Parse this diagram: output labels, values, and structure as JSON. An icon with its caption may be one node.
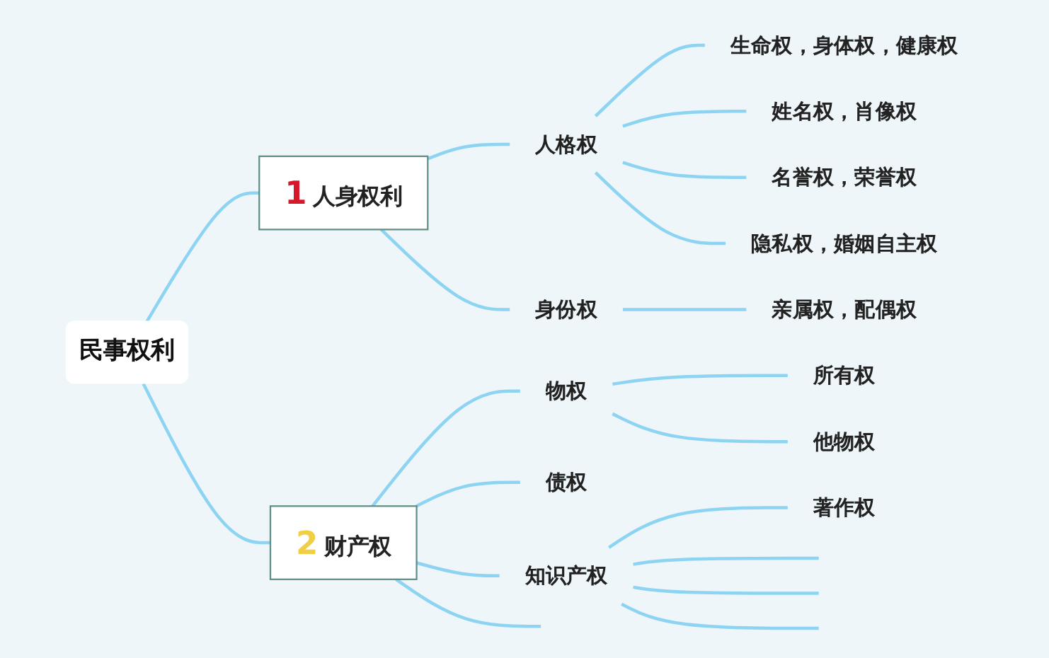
{
  "diagram": {
    "nodes": [
      {
        "text": [
          "民事权利"
        ]
      },
      {
        "text": [
          "1",
          "人身权利"
        ]
      },
      {
        "text": [
          "人格权"
        ]
      },
      {
        "text": [
          "生命权，身体权，健康权"
        ]
      },
      {
        "text": [
          "姓名权，肖像权"
        ]
      },
      {
        "text": [
          "名誉权，荣誉权"
        ]
      },
      {
        "text": [
          "隐私权，婚姻自主权"
        ]
      },
      {
        "text": [
          "身份权"
        ]
      },
      {
        "text": [
          "亲属权，配偶权"
        ]
      },
      {
        "text": [
          "2",
          "财产权"
        ]
      },
      {
        "text": [
          "物权"
        ]
      },
      {
        "text": [
          "所有权"
        ]
      },
      {
        "text": [
          "他物权"
        ]
      },
      {
        "text": [
          "债权"
        ]
      },
      {
        "text": [
          "知识产权"
        ]
      },
      {
        "text": [
          "著作权"
        ]
      }
    ],
    "edges": [
      {
        "from": 0,
        "to": 1,
        "arrow": "none"
      },
      {
        "from": 1,
        "to": 2,
        "arrow": "none"
      },
      {
        "from": 2,
        "to": 3,
        "arrow": "none"
      },
      {
        "from": 2,
        "to": 4,
        "arrow": "none"
      },
      {
        "from": 2,
        "to": 5,
        "arrow": "none"
      },
      {
        "from": 2,
        "to": 6,
        "arrow": "none"
      },
      {
        "from": 1,
        "to": 7,
        "arrow": "none"
      },
      {
        "from": 7,
        "to": 8,
        "arrow": "none"
      },
      {
        "from": 0,
        "to": 9,
        "arrow": "none"
      },
      {
        "from": 9,
        "to": 10,
        "arrow": "none"
      },
      {
        "from": 10,
        "to": 11,
        "arrow": "none"
      },
      {
        "from": 10,
        "to": 12,
        "arrow": "none"
      },
      {
        "from": 9,
        "to": 13,
        "arrow": "none"
      },
      {
        "from": 9,
        "to": 14,
        "arrow": "none"
      },
      {
        "from": 14,
        "to": 15,
        "arrow": "none"
      },
      {
        "from": 14,
        "to": null,
        "arrow": "none"
      },
      {
        "from": 14,
        "to": null,
        "arrow": "none"
      },
      {
        "from": 14,
        "to": null,
        "arrow": "none"
      },
      {
        "from": 9,
        "to": null,
        "arrow": "none"
      }
    ]
  }
}
